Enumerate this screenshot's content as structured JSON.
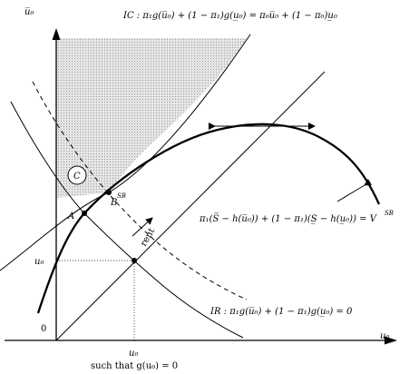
{
  "axes": {
    "y_label": "u̅₀",
    "x_label": "u̲₀",
    "origin": "0"
  },
  "tick_labels": {
    "x_tick": "u₀",
    "x_tick_note": "such that g(u₀) = 0",
    "y_tick": "u₀"
  },
  "curves": {
    "ic_label": "IC : π₁g(u̅₀) + (1 − π₁)g(u̲₀) = π₀u̅₀ + (1 − π₀)u̲₀",
    "ir_label": "IR : π₁g(u̅₀) + (1 − π₁)g(u̲₀) = 0",
    "v_label": "π₁(S̅ − h(u̅₀)) + (1 − π₁)(S̲ − h(u̲₀)) = V",
    "v_sup": "SB"
  },
  "points": {
    "a": "A",
    "b": "B",
    "b_sup": "SB",
    "c": "C",
    "rent": "rent"
  },
  "colors": {
    "stroke": "#000000",
    "shade": "#d6d6d6"
  }
}
